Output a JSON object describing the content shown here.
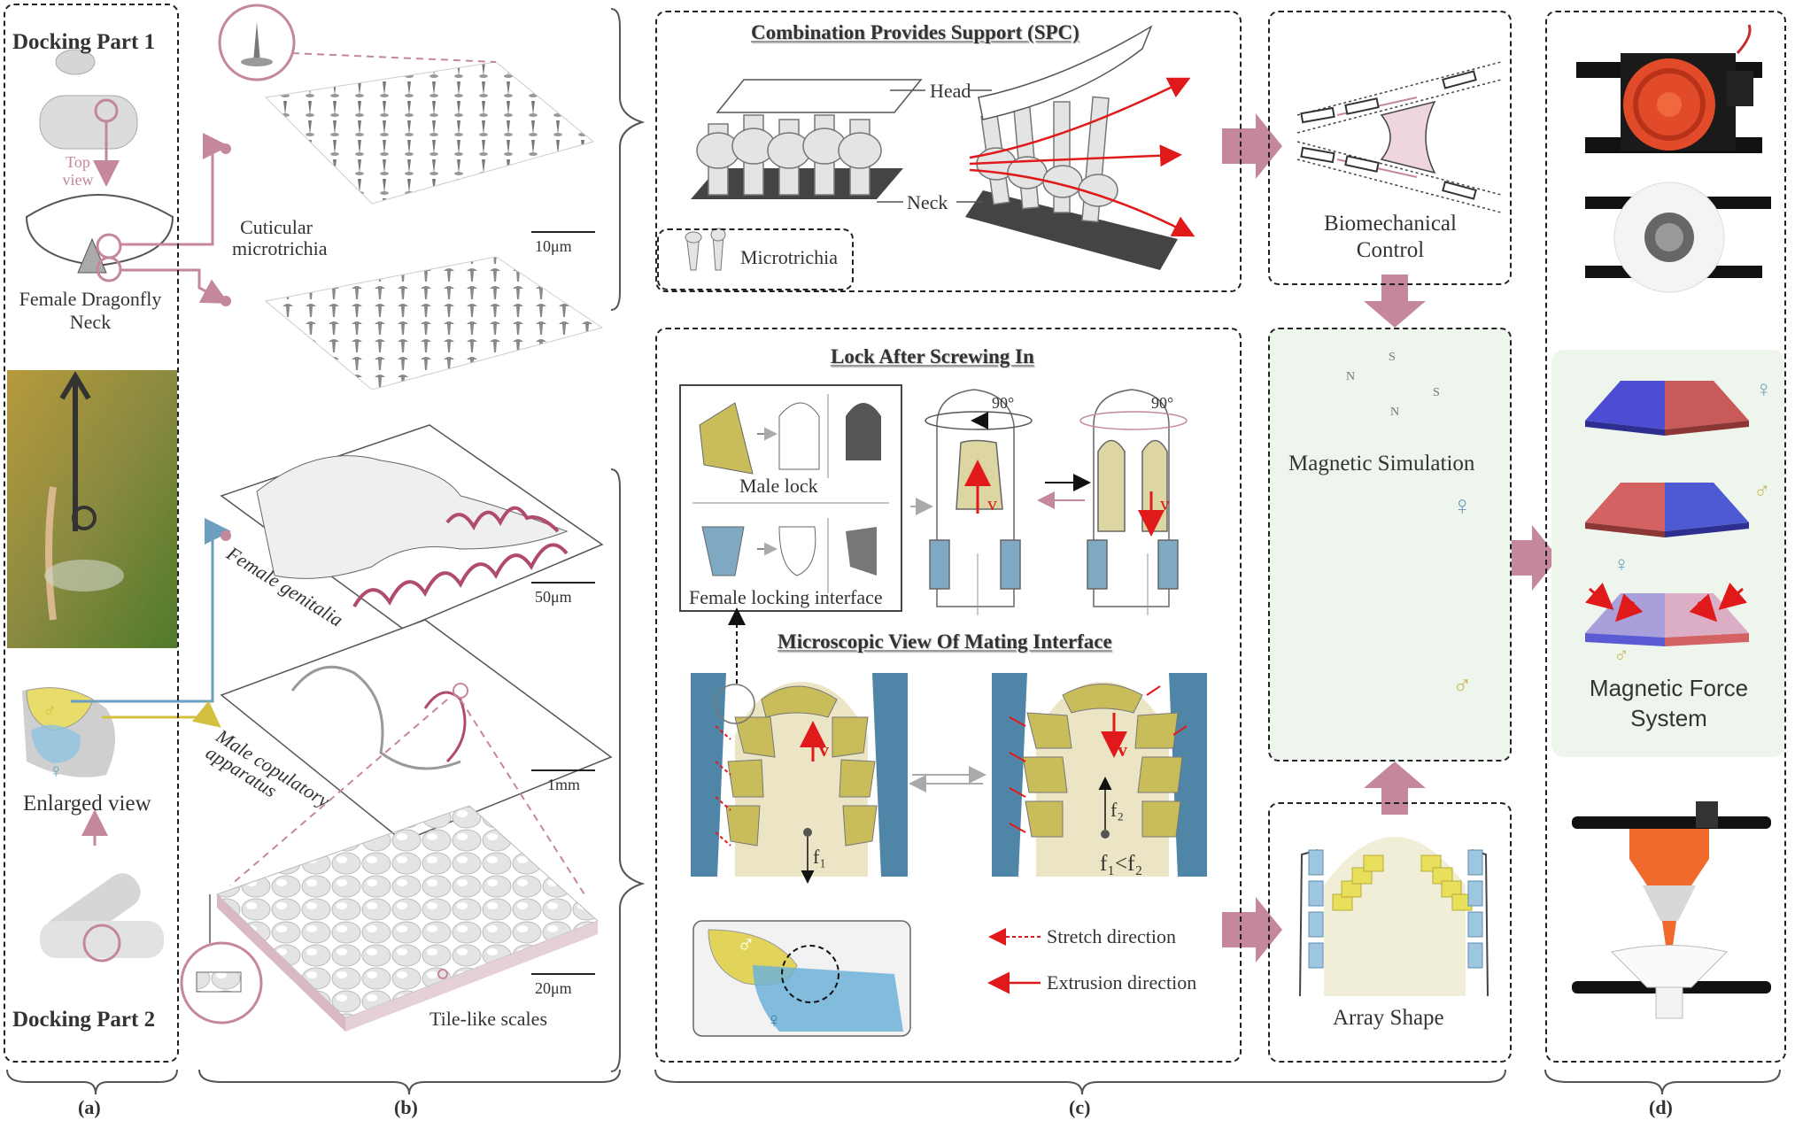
{
  "panel_a": {
    "docking1": "Docking Part 1",
    "top_view": "Top view",
    "neck": "Female Dragonfly Neck",
    "enlarged": "Enlarged view",
    "docking2": "Docking Part 2",
    "male_symbol": "♂",
    "female_symbol": "♀",
    "label": "(a)"
  },
  "panel_b": {
    "cuticular": "Cuticular microtrichia",
    "scale1": "10μm",
    "female_gen": "Female genitalia",
    "scale2": "50μm",
    "male_cop": "Male copulatory apparatus",
    "scale3": "1mm",
    "scale4": "20μm",
    "tile": "Tile-like scales",
    "label": "(b)"
  },
  "panel_c": {
    "spc_title": "Combination Provides Support (SPC)",
    "head": "Head",
    "neck": "Neck",
    "microtrichia": "Microtrichia",
    "lock_title": "Lock After Screwing In",
    "male_lock": "Male lock",
    "female_lock": "Female locking interface",
    "deg1": "90°",
    "deg2": "90°",
    "v": "v",
    "micro_title": "Microscopic View Of Mating Interface",
    "f1": "f₁",
    "f2": "f₂",
    "f_compare": "f₁<f₂",
    "stretch": "Stretch direction",
    "extrusion": "Extrusion direction",
    "male_symbol": "♂",
    "female_symbol": "♀",
    "label": "(c)"
  },
  "panel_right": {
    "bio": "Biomechanical Control",
    "magsim": "Magnetic Simulation",
    "array": "Array Shape",
    "mag_s": "S",
    "mag_n": "N",
    "female_symbol": "♀",
    "male_symbol": "♂"
  },
  "panel_d": {
    "force": "Magnetic Force System",
    "female_symbol": "♀",
    "male_symbol": "♂",
    "label": "(d)"
  },
  "colors": {
    "pink": "#c5879c",
    "red": "#e01a1a",
    "olive": "#d8cf8e",
    "blue": "#6c9fbf",
    "orange": "#ec5a2a"
  }
}
